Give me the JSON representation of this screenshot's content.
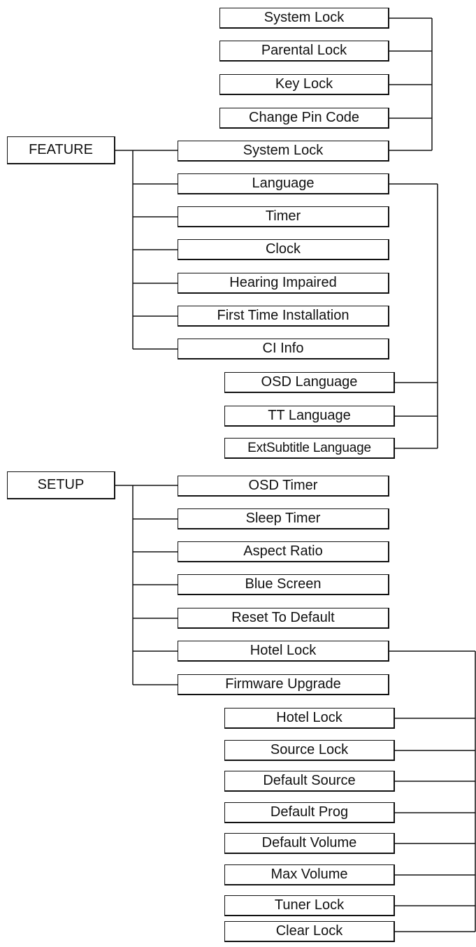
{
  "feature": {
    "root_label": "FEATURE",
    "items": [
      "System Lock",
      "Language",
      "Timer",
      "Clock",
      "Hearing Impaired",
      "First Time Installation",
      "CI Info"
    ],
    "system_lock_sub": [
      "System Lock",
      "Parental Lock",
      "Key Lock",
      "Change Pin Code"
    ],
    "language_sub": [
      "OSD Language",
      "TT Language",
      "ExtSubtitle Language"
    ]
  },
  "setup": {
    "root_label": "SETUP",
    "items": [
      "OSD Timer",
      "Sleep Timer",
      "Aspect Ratio",
      "Blue Screen",
      "Reset To Default",
      "Hotel Lock",
      "Firmware Upgrade"
    ],
    "hotel_lock_sub": [
      "Hotel Lock",
      "Source Lock",
      "Default Source",
      "Default Prog",
      "Default Volume",
      "Max Volume",
      "Tuner Lock",
      "Clear Lock"
    ]
  },
  "colors": {
    "line": "#111111",
    "box_fill": "#ffffff"
  }
}
